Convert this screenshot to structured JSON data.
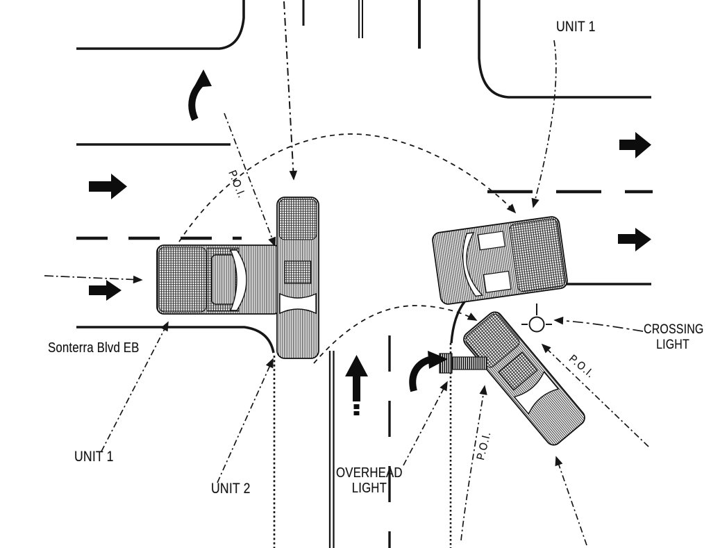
{
  "diagram": {
    "type": "traffic-collision-diagram",
    "description_visible_text_only": true
  },
  "labels": {
    "unit1_top": "UNIT 1",
    "unit1_bottom": "UNIT 1",
    "unit2": "UNIT 2",
    "street": "Sonterra Blvd EB",
    "overhead_light": "OVERHEAD LIGHT",
    "crossing_light": "CROSSING LIGHT",
    "poi_1": "P.O.I.",
    "poi_2": "P.O.I.",
    "poi_3": "P.O.I."
  },
  "icons": {
    "crossing-light-icon": "circle with tick marks (pedestrian signal head)",
    "overhead-light-icon": "striped pole with mast arm",
    "lane-arrow-right": "bold right-pointing lane arrow",
    "lane-arrow-up": "bold up-pointing lane arrow",
    "lane-arrow-curved-up": "bold curved left/up turn arrow",
    "lane-arrow-curved-right": "bold curved right turn arrow",
    "trajectory-arrow": "dash-dot path line with arrowhead"
  },
  "colors": {
    "ink": "#161616",
    "paper": "#ffffff"
  }
}
